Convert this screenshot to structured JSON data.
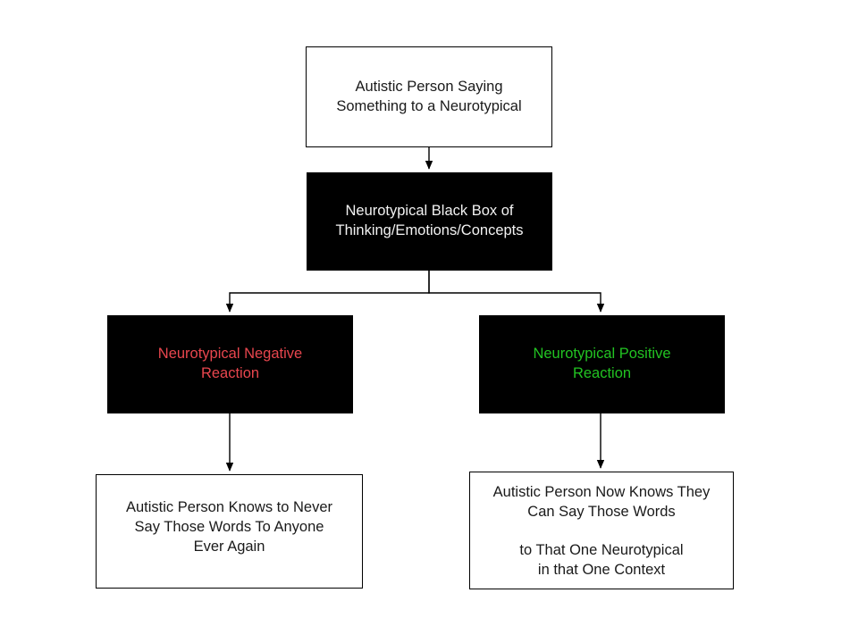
{
  "diagram": {
    "title": "Autistic communication with a neurotypical flowchart",
    "type": "flowchart",
    "background_color": "#ffffff",
    "nodes": [
      {
        "id": "source",
        "lines": [
          "Autistic Person Saying",
          "Something to a Neurotypical"
        ],
        "fill": "#ffffff",
        "text_color": "#1a1a1a",
        "border_color": "#000000"
      },
      {
        "id": "blackbox",
        "lines": [
          "Neurotypical Black Box of",
          "Thinking/Emotions/Concepts"
        ],
        "fill": "#000000",
        "text_color": "#f2f2f2",
        "border_color": "#000000"
      },
      {
        "id": "negative",
        "lines": [
          "Neurotypical Negative",
          "Reaction"
        ],
        "fill": "#000000",
        "text_color": "#e8464e",
        "border_color": "#000000"
      },
      {
        "id": "positive",
        "lines": [
          "Neurotypical Positive",
          "Reaction"
        ],
        "fill": "#000000",
        "text_color": "#22c322",
        "border_color": "#000000"
      },
      {
        "id": "negative-outcome",
        "lines": [
          "Autistic Person Knows to Never",
          "Say Those Words To Anyone",
          "Ever Again"
        ],
        "fill": "#ffffff",
        "text_color": "#1a1a1a",
        "border_color": "#000000"
      },
      {
        "id": "positive-outcome",
        "lines": [
          "Autistic Person Now Knows They",
          "Can Say Those Words",
          "",
          "to That One Neurotypical",
          "in that One Context"
        ],
        "fill": "#ffffff",
        "text_color": "#1a1a1a",
        "border_color": "#000000"
      }
    ],
    "edges": [
      {
        "id": "source-to-blackbox",
        "from": "source",
        "to": "blackbox",
        "style": "straight-arrow"
      },
      {
        "id": "blackbox-to-negative",
        "from": "blackbox",
        "to": "negative",
        "style": "elbow-arrow"
      },
      {
        "id": "blackbox-to-positive",
        "from": "blackbox",
        "to": "positive",
        "style": "elbow-arrow"
      },
      {
        "id": "negative-to-outcome",
        "from": "negative",
        "to": "negative-outcome",
        "style": "straight-arrow"
      },
      {
        "id": "positive-to-outcome",
        "from": "positive",
        "to": "positive-outcome",
        "style": "straight-arrow"
      }
    ]
  }
}
